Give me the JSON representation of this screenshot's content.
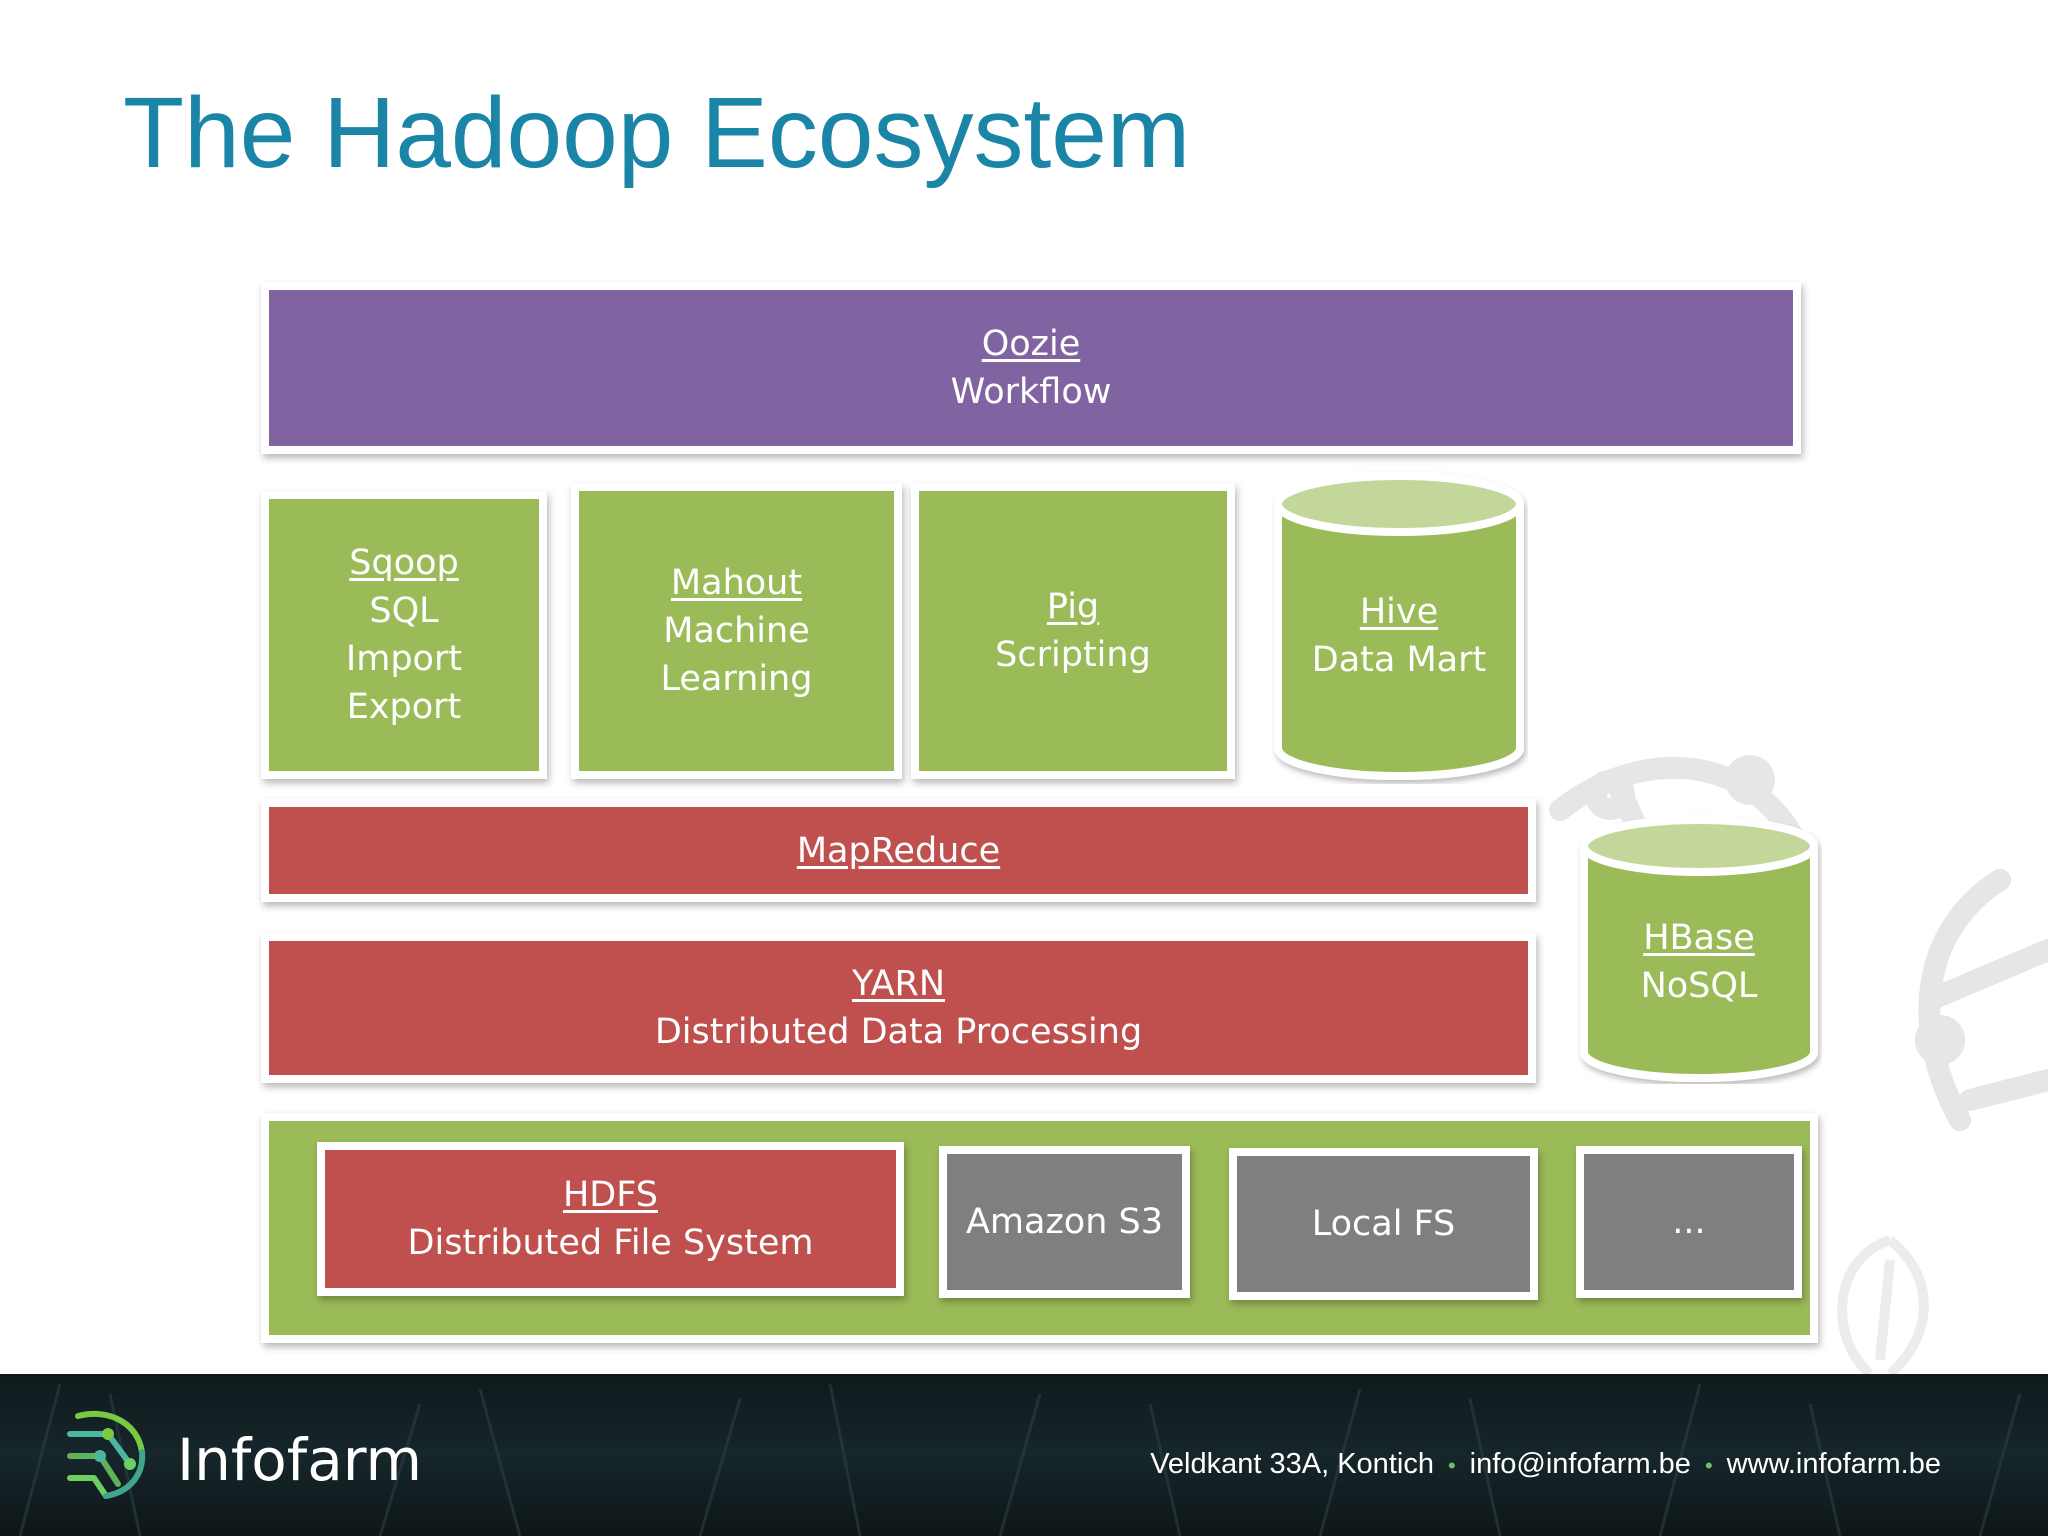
{
  "title": "The Hadoop Ecosystem",
  "layers": {
    "oozie": {
      "name": "Oozie",
      "desc": "Workflow"
    },
    "sqoop": {
      "name": "Sqoop",
      "desc": [
        "SQL",
        "Import",
        "Export"
      ]
    },
    "mahout": {
      "name": "Mahout",
      "desc": [
        "Machine",
        "Learning"
      ]
    },
    "pig": {
      "name": "Pig",
      "desc": "Scripting"
    },
    "hive": {
      "name": "Hive",
      "desc": "Data Mart"
    },
    "mapreduce": {
      "name": "MapReduce"
    },
    "yarn": {
      "name": "YARN",
      "desc": "Distributed Data Processing"
    },
    "hbase": {
      "name": "HBase",
      "desc": "NoSQL"
    },
    "hdfs": {
      "name": "HDFS",
      "desc": "Distributed File System"
    },
    "storage": [
      "Amazon S3",
      "Local FS",
      "..."
    ]
  },
  "colors": {
    "title": "#1a85a6",
    "purple": "#8064a2",
    "green": "#9bbb59",
    "red": "#c0504d",
    "gray": "#7f7f7f"
  },
  "footer": {
    "brand": "Infofarm",
    "address": "Veldkant 33A, Kontich",
    "email": "info@infofarm.be",
    "website": "www.infofarm.be",
    "separator": "•"
  }
}
